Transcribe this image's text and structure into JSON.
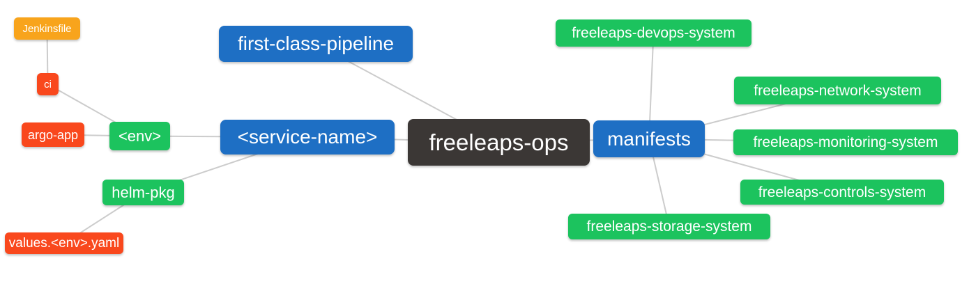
{
  "diagram": {
    "type": "mindmap",
    "root_label": "freeleaps-ops",
    "palette": {
      "blue": "#1e6fc4",
      "green": "#1cc35e",
      "red": "#f9481d",
      "orange": "#f8a41c",
      "dark": "#3b3735",
      "edge": "#cccccc",
      "text": "#ffffff",
      "background": "#ffffff"
    },
    "nodes": {
      "root": {
        "label": "freeleaps-ops",
        "color": "dark"
      },
      "first_class_pipeline": {
        "label": "first-class-pipeline",
        "color": "blue"
      },
      "service_name": {
        "label": "<service-name>",
        "color": "blue"
      },
      "manifests": {
        "label": "manifests",
        "color": "blue"
      },
      "env": {
        "label": "<env>",
        "color": "green"
      },
      "ci": {
        "label": "ci",
        "color": "red"
      },
      "jenkinsfile": {
        "label": "Jenkinsfile",
        "color": "orange"
      },
      "argo_app": {
        "label": "argo-app",
        "color": "red"
      },
      "helm_pkg": {
        "label": "helm-pkg",
        "color": "green"
      },
      "values_env_yaml": {
        "label": "values.<env>.yaml",
        "color": "red"
      },
      "devops_system": {
        "label": "freeleaps-devops-system",
        "color": "green"
      },
      "network_system": {
        "label": "freeleaps-network-system",
        "color": "green"
      },
      "monitoring_system": {
        "label": "freeleaps-monitoring-system",
        "color": "green"
      },
      "controls_system": {
        "label": "freeleaps-controls-system",
        "color": "green"
      },
      "storage_system": {
        "label": "freeleaps-storage-system",
        "color": "green"
      }
    },
    "edges": [
      {
        "from": "jenkinsfile",
        "to": "ci"
      },
      {
        "from": "ci",
        "to": "env"
      },
      {
        "from": "argo_app",
        "to": "env"
      },
      {
        "from": "env",
        "to": "service_name"
      },
      {
        "from": "helm_pkg",
        "to": "service_name"
      },
      {
        "from": "values_env_yaml",
        "to": "helm_pkg"
      },
      {
        "from": "first_class_pipeline",
        "to": "root"
      },
      {
        "from": "service_name",
        "to": "root"
      },
      {
        "from": "root",
        "to": "manifests"
      },
      {
        "from": "manifests",
        "to": "devops_system"
      },
      {
        "from": "manifests",
        "to": "network_system"
      },
      {
        "from": "manifests",
        "to": "monitoring_system"
      },
      {
        "from": "manifests",
        "to": "controls_system"
      },
      {
        "from": "manifests",
        "to": "storage_system"
      }
    ]
  }
}
